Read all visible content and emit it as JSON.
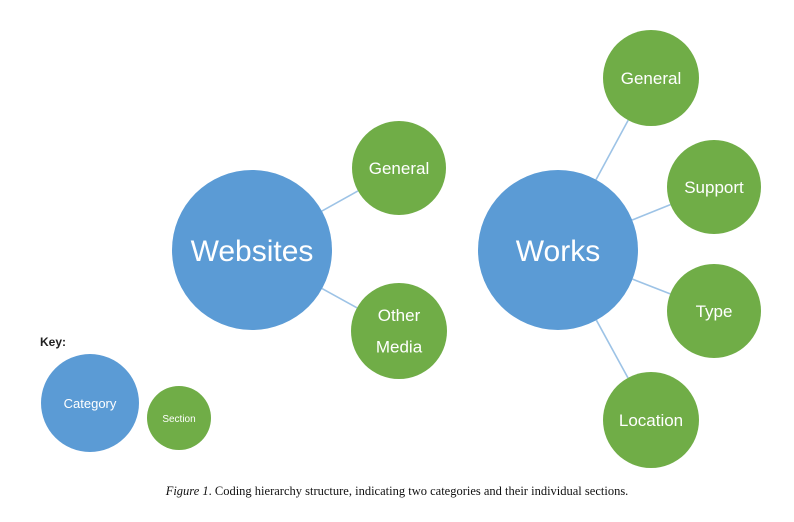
{
  "colors": {
    "category": "#5b9bd5",
    "section": "#70ad47",
    "connector": "#9dc3e6"
  },
  "categories": [
    {
      "id": "websites",
      "label": "Websites",
      "sections": [
        {
          "id": "general",
          "lines": [
            "General"
          ]
        },
        {
          "id": "other-media",
          "lines": [
            "Other",
            "Media"
          ]
        }
      ]
    },
    {
      "id": "works",
      "label": "Works",
      "sections": [
        {
          "id": "general",
          "lines": [
            "General"
          ]
        },
        {
          "id": "support",
          "lines": [
            "Support"
          ]
        },
        {
          "id": "type",
          "lines": [
            "Type"
          ]
        },
        {
          "id": "location",
          "lines": [
            "Location"
          ]
        }
      ]
    }
  ],
  "key": {
    "title": "Key:",
    "category_label": "Category",
    "section_label": "Section"
  },
  "caption": {
    "figure_label": "Figure 1",
    "text": ". Coding hierarchy structure, indicating two categories and their individual sections."
  }
}
